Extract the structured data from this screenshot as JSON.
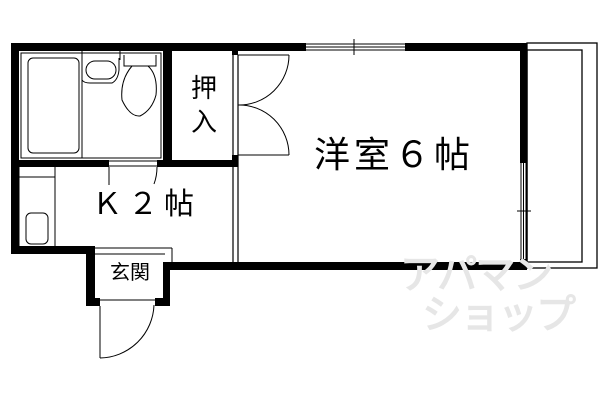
{
  "floor_plan": {
    "rooms": {
      "western_room": {
        "label": "洋室６帖",
        "type": "洋室",
        "size_jo": 6
      },
      "kitchen": {
        "label": "Ｋ２帖",
        "type": "K",
        "size_jo": 2
      },
      "closet": {
        "label": "押入"
      },
      "entrance": {
        "label": "玄関"
      },
      "bathroom": {
        "label": ""
      },
      "balcony": {
        "label": ""
      }
    },
    "colors": {
      "wall": "#000000",
      "background": "#ffffff",
      "watermark": "#e6e6e6"
    }
  },
  "watermark": {
    "line1": "アパマン",
    "line2": "ショップ"
  }
}
